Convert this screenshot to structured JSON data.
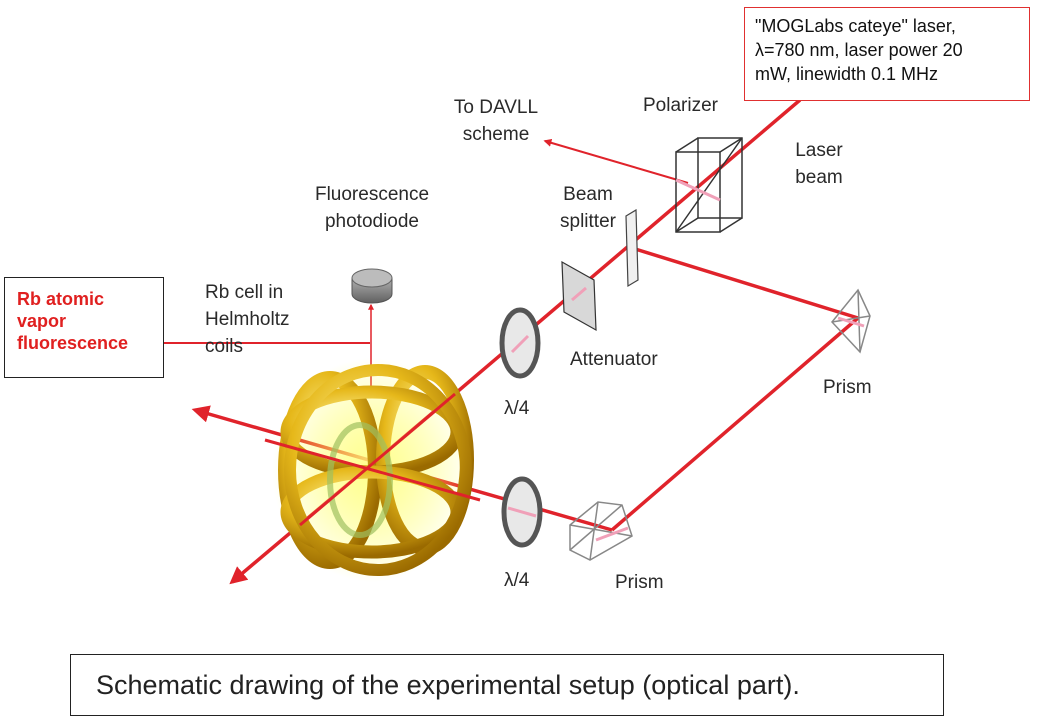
{
  "laser_note": {
    "lines": [
      "\"MOGLabs cateye\" laser,",
      "λ=780 nm, laser power 20",
      "mW, linewidth 0.1 MHz"
    ]
  },
  "labels": {
    "to_davll": [
      "To DAVLL",
      "scheme"
    ],
    "polarizer": "Polarizer",
    "laser_beam": [
      "Laser",
      "beam"
    ],
    "fluorescence_photodiode": [
      "Fluorescence",
      "photodiode"
    ],
    "beam_splitter": [
      "Beam",
      "splitter"
    ],
    "rb_cell": [
      "Rb cell in",
      "Helmholtz",
      "coils"
    ],
    "attenuator": "Attenuator",
    "lambda4_top": "λ/4",
    "lambda4_bottom": "λ/4",
    "prism_right": "Prism",
    "prism_bottom": "Prism"
  },
  "rb_note": {
    "lines": [
      "Rb atomic",
      "vapor",
      "fluorescence"
    ]
  },
  "caption": "Schematic drawing of the experimental setup (optical part).",
  "colors": {
    "beam": "#e0232b",
    "note_border": "#e03030",
    "coil_gold": "#e0b010",
    "beam_pink": "#f0a0b8"
  }
}
